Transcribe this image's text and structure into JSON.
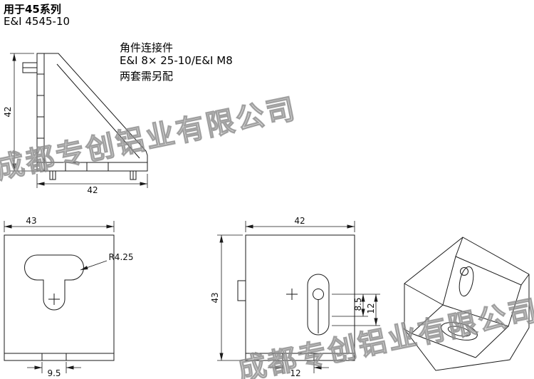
{
  "page": {
    "series_label": "用于45系列",
    "model": "E&I  4545-10"
  },
  "note": {
    "line1": "角件连接件",
    "line2": "E&I 8×  25-10/E&I M8",
    "line3": "两套需另配"
  },
  "watermark": {
    "text": "成都专创铝业有限公司"
  },
  "dims": {
    "side_height": "42",
    "side_width": "42",
    "front_width": "43",
    "front_radius": "R4.25",
    "front_slot": "9.5",
    "profile_width": "42",
    "profile_height": "43",
    "profile_dim_a": "8.5",
    "profile_dim_b": "12",
    "profile_slot": "12"
  },
  "colors": {
    "line": "#1a1a1a",
    "watermark": "#8c8c8c",
    "background": "#ffffff"
  }
}
